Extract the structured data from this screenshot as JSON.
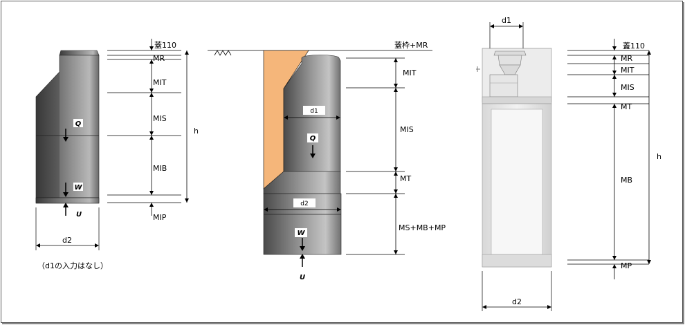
{
  "diagram1": {
    "labels": {
      "lid": "蓋110",
      "mr": "MR",
      "mit": "MIT",
      "mis": "MIS",
      "mib": "MIB",
      "mip": "MIP",
      "h": "h",
      "d2": "d2",
      "q": "Q",
      "w": "W",
      "u": "U"
    },
    "note": "（d1の入力はなし）"
  },
  "diagram2": {
    "labels": {
      "lid": "蓋枠+MR",
      "mit": "MIT",
      "mis": "MIS",
      "mt": "MT",
      "combo": "MS+MB+MP",
      "d1": "d1",
      "d2": "d2",
      "q": "Q",
      "w": "W",
      "u": "U"
    }
  },
  "diagram3": {
    "labels": {
      "lid": "蓋110",
      "mr": "MR",
      "mit": "MIT",
      "mis": "MIS",
      "mt": "MT",
      "mb": "MB",
      "mp": "MP",
      "h": "h",
      "d1": "d1",
      "d2": "d2"
    }
  },
  "colors": {
    "body_dark": "#3a3a3a",
    "body_light": "#b8b8b8",
    "soil": "#f5b67a",
    "concrete": "#e6e6e6"
  }
}
